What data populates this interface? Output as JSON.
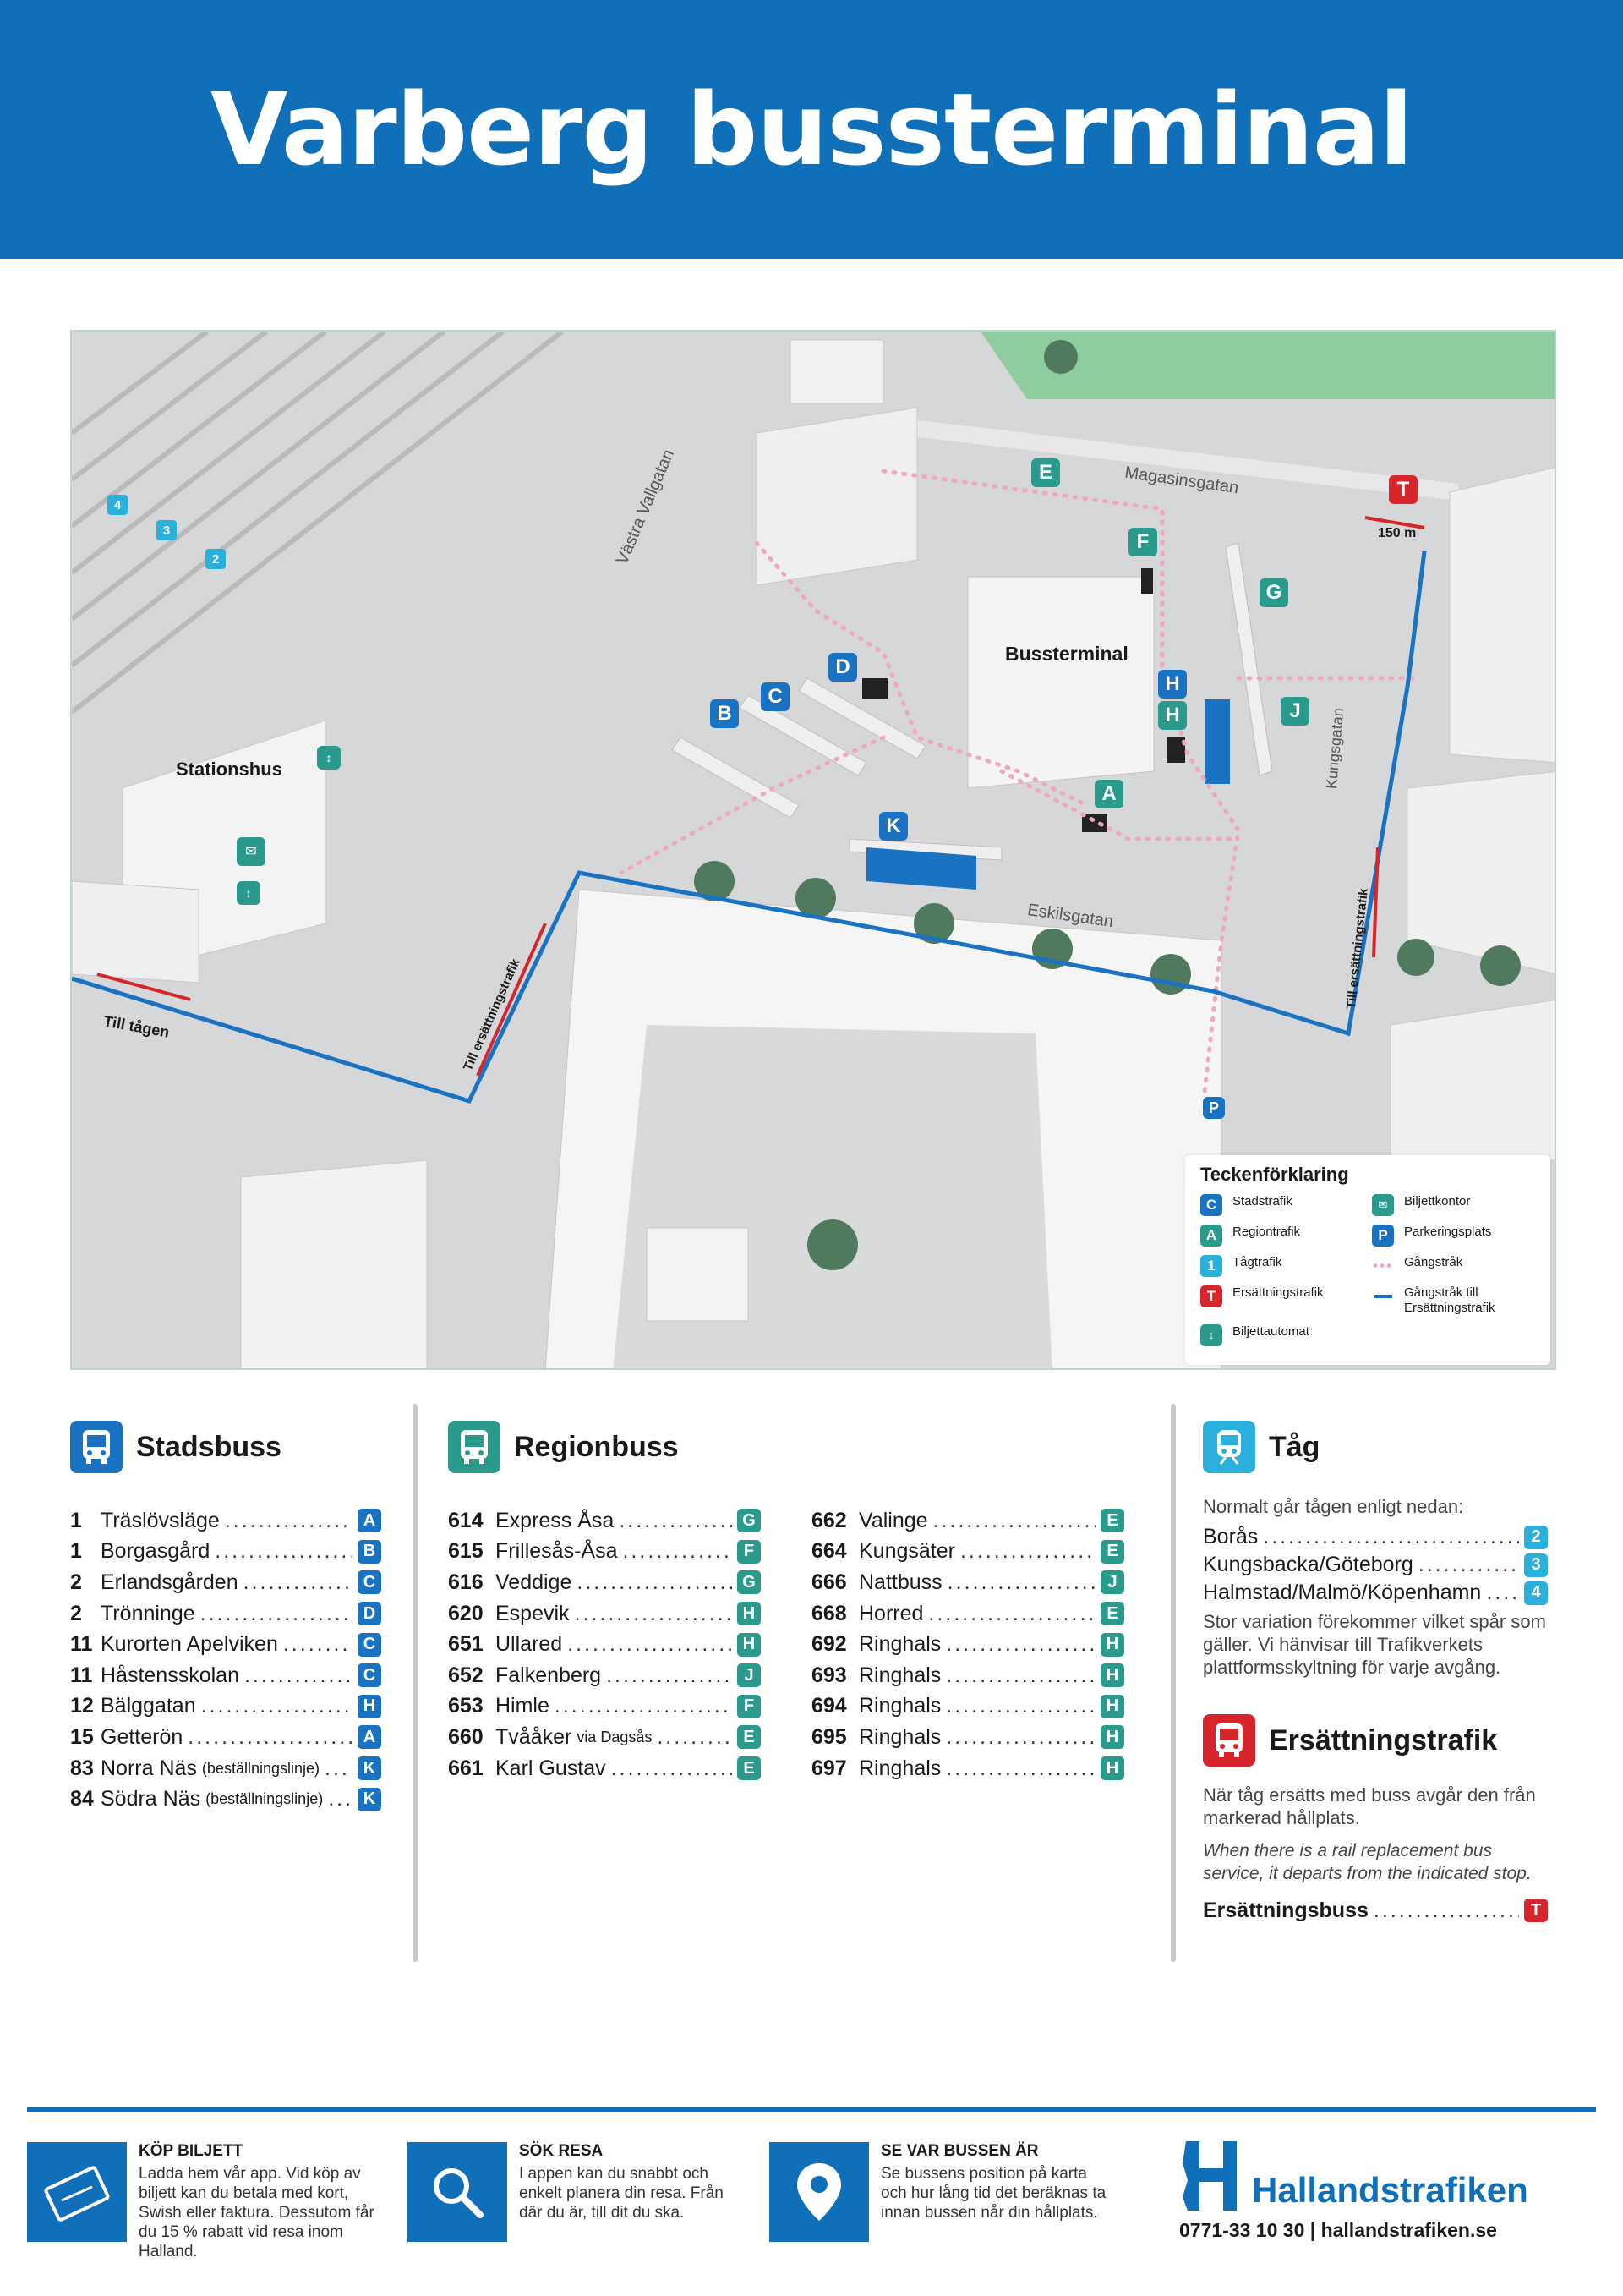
{
  "page_title": "Varberg bussterminal",
  "map": {
    "labels": {
      "stationshus": "Stationshus",
      "bussterminal": "Bussterminal",
      "vastra_vallgatan": "Västra Vallgatan",
      "magasinsgatan": "Magasinsgatan",
      "kungsgatan": "Kungsgatan",
      "eskilsgatan": "Eskilsgatan",
      "till_tagen": "Till tågen",
      "till_ersattning_left": "Till ersättningstrafik",
      "till_ersattning_right": "Till ersättningstrafik",
      "distance": "150 m"
    },
    "stops": {
      "A": "A",
      "B": "B",
      "C": "C",
      "D": "D",
      "E": "E",
      "F": "F",
      "G": "G",
      "H1": "H",
      "H2": "H",
      "J": "J",
      "K": "K",
      "T": "T",
      "P": "P"
    },
    "tracks": {
      "t4": "4",
      "t3": "3",
      "t2": "2"
    }
  },
  "legend": {
    "title": "Teckenförklaring",
    "items": [
      {
        "symbol": "C",
        "label": "Stadstrafik",
        "color": "#1a72c2"
      },
      {
        "symbol": "",
        "label": "Biljettkontor",
        "color": "#2a9a8d"
      },
      {
        "symbol": "A",
        "label": "Regiontrafik",
        "color": "#2a9a8d"
      },
      {
        "symbol": "P",
        "label": "Parkeringsplats",
        "color": "#1a72c2"
      },
      {
        "symbol": "1",
        "label": "Tågtrafik",
        "color": "#2ab0dd"
      },
      {
        "symbol": "",
        "label": "Gångstråk",
        "color": "#f0a8c0"
      },
      {
        "symbol": "T",
        "label": "Ersättningstrafik",
        "color": "#d6262b"
      },
      {
        "symbol": "",
        "label": "Gångstråk till Ersättningstrafik",
        "color": "#1a72c2"
      },
      {
        "symbol": "",
        "label": "Biljettautomat",
        "color": "#2a9a8d"
      }
    ]
  },
  "stadsbuss": {
    "title": "Stadsbuss",
    "routes": [
      {
        "num": "1",
        "name": "Träslövsläge",
        "sub": "",
        "stop": "A",
        "color": "#1a72c2"
      },
      {
        "num": "1",
        "name": "Borgasgård",
        "sub": "",
        "stop": "B",
        "color": "#1a72c2"
      },
      {
        "num": "2",
        "name": "Erlandsgården",
        "sub": "",
        "stop": "C",
        "color": "#1a72c2"
      },
      {
        "num": "2",
        "name": "Trönninge",
        "sub": "",
        "stop": "D",
        "color": "#1a72c2"
      },
      {
        "num": "11",
        "name": "Kurorten Apelviken",
        "sub": "",
        "stop": "C",
        "color": "#1a72c2"
      },
      {
        "num": "11",
        "name": "Håstensskolan",
        "sub": "",
        "stop": "C",
        "color": "#1a72c2"
      },
      {
        "num": "12",
        "name": "Bälggatan",
        "sub": "",
        "stop": "H",
        "color": "#1a72c2"
      },
      {
        "num": "15",
        "name": "Getterön",
        "sub": "",
        "stop": "A",
        "color": "#1a72c2"
      },
      {
        "num": "83",
        "name": "Norra Näs",
        "sub": "(beställningslinje)",
        "stop": "K",
        "color": "#1a72c2"
      },
      {
        "num": "84",
        "name": "Södra Näs",
        "sub": "(beställningslinje)",
        "stop": "K",
        "color": "#1a72c2"
      }
    ]
  },
  "regionbuss": {
    "title": "Regionbuss",
    "col1": [
      {
        "num": "614",
        "name": "Express Åsa",
        "sub": "",
        "stop": "G",
        "color": "#2a9a8d"
      },
      {
        "num": "615",
        "name": "Frillesås-Åsa",
        "sub": "",
        "stop": "F",
        "color": "#2a9a8d"
      },
      {
        "num": "616",
        "name": "Veddige",
        "sub": "",
        "stop": "G",
        "color": "#2a9a8d"
      },
      {
        "num": "620",
        "name": "Espevik",
        "sub": "",
        "stop": "H",
        "color": "#2a9a8d"
      },
      {
        "num": "651",
        "name": "Ullared",
        "sub": "",
        "stop": "H",
        "color": "#2a9a8d"
      },
      {
        "num": "652",
        "name": "Falkenberg",
        "sub": "",
        "stop": "J",
        "color": "#2a9a8d"
      },
      {
        "num": "653",
        "name": "Himle",
        "sub": "",
        "stop": "F",
        "color": "#2a9a8d"
      },
      {
        "num": "660",
        "name": "Tvååker",
        "sub": "via Dagsås",
        "stop": "E",
        "color": "#2a9a8d"
      },
      {
        "num": "661",
        "name": "Karl Gustav",
        "sub": "",
        "stop": "E",
        "color": "#2a9a8d"
      }
    ],
    "col2": [
      {
        "num": "662",
        "name": "Valinge",
        "sub": "",
        "stop": "E",
        "color": "#2a9a8d"
      },
      {
        "num": "664",
        "name": "Kungsäter",
        "sub": "",
        "stop": "E",
        "color": "#2a9a8d"
      },
      {
        "num": "666",
        "name": "Nattbuss",
        "sub": "",
        "stop": "J",
        "color": "#2a9a8d"
      },
      {
        "num": "668",
        "name": "Horred",
        "sub": "",
        "stop": "E",
        "color": "#2a9a8d"
      },
      {
        "num": "692",
        "name": "Ringhals",
        "sub": "",
        "stop": "H",
        "color": "#2a9a8d"
      },
      {
        "num": "693",
        "name": "Ringhals",
        "sub": "",
        "stop": "H",
        "color": "#2a9a8d"
      },
      {
        "num": "694",
        "name": "Ringhals",
        "sub": "",
        "stop": "H",
        "color": "#2a9a8d"
      },
      {
        "num": "695",
        "name": "Ringhals",
        "sub": "",
        "stop": "H",
        "color": "#2a9a8d"
      },
      {
        "num": "697",
        "name": "Ringhals",
        "sub": "",
        "stop": "H",
        "color": "#2a9a8d"
      }
    ]
  },
  "tag": {
    "title": "Tåg",
    "intro": "Normalt går tågen enligt nedan:",
    "routes": [
      {
        "name": "Borås",
        "stop": "2",
        "color": "#2ab0dd"
      },
      {
        "name": "Kungsbacka/Göteborg",
        "stop": "3",
        "color": "#2ab0dd"
      },
      {
        "name": "Halmstad/Malmö/Köpenhamn",
        "stop": "4",
        "color": "#2ab0dd"
      }
    ],
    "note": "Stor variation förekommer vilket spår som gäller. Vi hänvisar till Trafikverkets plattformsskyltning för varje avgång."
  },
  "ersattning": {
    "title": "Ersättningstrafik",
    "text": "När tåg ersätts med buss avgår den från markerad hållplats.",
    "text_en": "When there is a rail replacement bus service, it departs from the indicated stop.",
    "route": {
      "name": "Ersättningsbuss",
      "stop": "T",
      "color": "#d6262b"
    }
  },
  "footer": {
    "kop_biljett": {
      "title": "KÖP BILJETT",
      "text": "Ladda hem vår app. Vid köp av biljett kan du betala med kort, Swish eller faktura. Dessutom får du 15 % rabatt vid resa inom Halland."
    },
    "sok_resa": {
      "title": "SÖK RESA",
      "text": "I appen kan du snabbt och enkelt planera din resa. Från där du är, till dit du ska."
    },
    "se_var": {
      "title": "SE VAR BUSSEN ÄR",
      "text": "Se bussens position på karta och hur lång tid det beräknas ta innan bussen når din hållplats."
    },
    "brand": "Hallandstrafiken",
    "contact": "0771-33 10 30 | hallandstrafiken.se"
  }
}
